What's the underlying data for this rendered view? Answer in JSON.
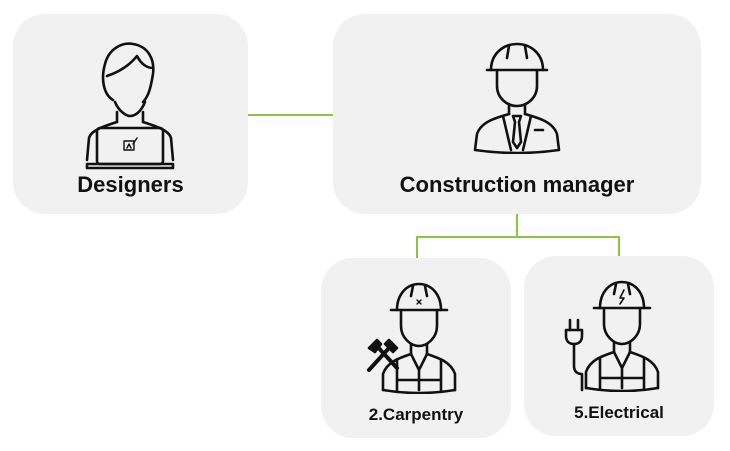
{
  "diagram": {
    "type": "org-chart",
    "connector_color": "#8cc63f",
    "box_color": "#f1f1f1",
    "nodes": {
      "designers": {
        "label": "Designers",
        "icon": "designer-laptop-icon"
      },
      "manager": {
        "label": "Construction manager",
        "icon": "manager-hardhat-tie-icon"
      },
      "carpentry": {
        "label": "2.Carpentry",
        "icon": "carpenter-hammers-icon"
      },
      "electrical": {
        "label": "5.Electrical",
        "icon": "electrician-plug-icon"
      }
    },
    "edges": [
      {
        "from": "designers",
        "to": "manager"
      },
      {
        "from": "manager",
        "to": "carpentry"
      },
      {
        "from": "manager",
        "to": "electrical"
      }
    ]
  }
}
